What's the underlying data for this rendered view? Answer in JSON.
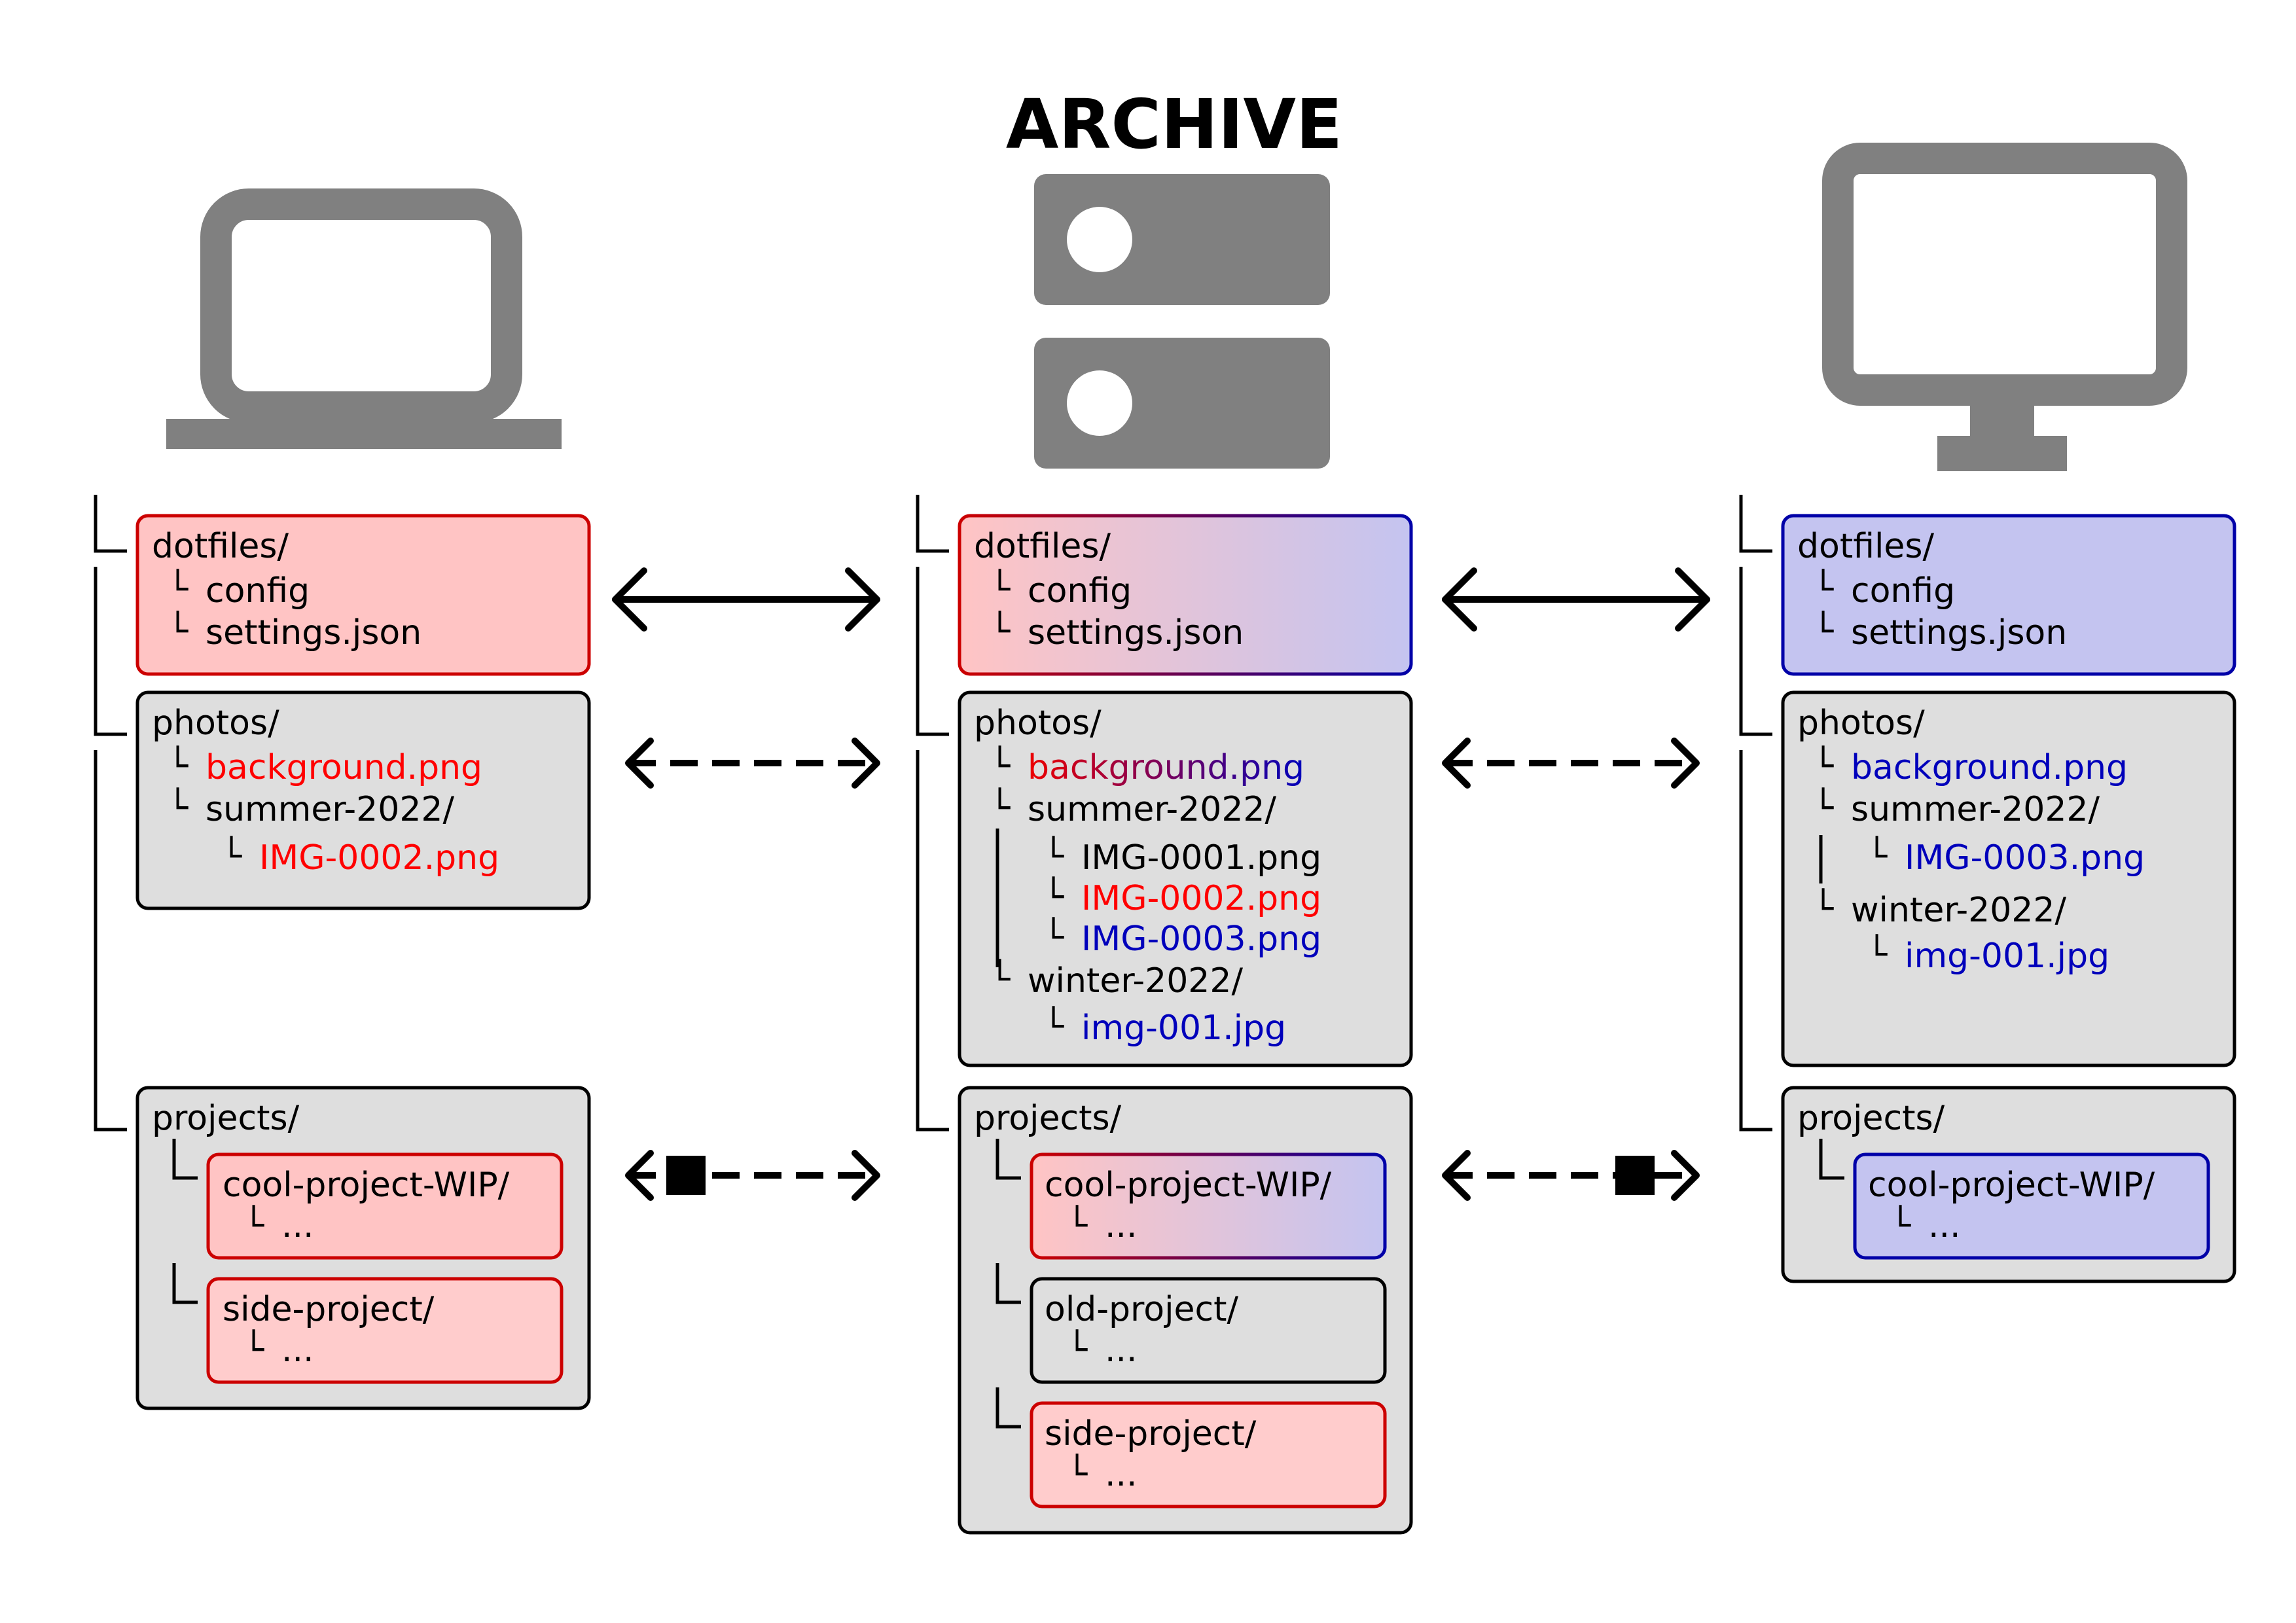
{
  "title": "ARCHIVE",
  "colors": {
    "red_text": "#ff0000",
    "blue_text": "#0000bb",
    "purple_text": "#660099",
    "black_text": "#000000",
    "icon_gray": "#808080",
    "box_gray_fill": "#dedede",
    "box_red_fill": "#ffc4c4",
    "box_red_fill_light": "#ffcccc",
    "box_red_stroke": "#cc0000",
    "box_blue_fill": "#c4c4f0",
    "box_blue_stroke": "#0000a8",
    "box_black_stroke": "#000000"
  },
  "devices": {
    "left": {
      "icon": "laptop-icon"
    },
    "center": {
      "icon": "server-icon"
    },
    "right": {
      "icon": "monitor-icon"
    }
  },
  "left": {
    "dotfiles": {
      "name": "dotfiles/",
      "items": [
        "config",
        "settings.json"
      ]
    },
    "photos": {
      "name": "photos/",
      "background": "background.png",
      "summer": "summer-2022/",
      "summer_files": [
        "IMG-0002.png"
      ]
    },
    "projects": {
      "name": "projects/",
      "sub": [
        {
          "name": "cool-project-WIP/",
          "content": "..."
        },
        {
          "name": "side-project/",
          "content": "..."
        }
      ]
    }
  },
  "center": {
    "dotfiles": {
      "name": "dotfiles/",
      "items": [
        "config",
        "settings.json"
      ]
    },
    "photos": {
      "name": "photos/",
      "background": "background.png",
      "summer": "summer-2022/",
      "summer_files": [
        "IMG-0001.png",
        "IMG-0002.png",
        "IMG-0003.png"
      ],
      "winter": "winter-2022/",
      "winter_files": [
        "img-001.jpg"
      ]
    },
    "projects": {
      "name": "projects/",
      "sub": [
        {
          "name": "cool-project-WIP/",
          "content": "..."
        },
        {
          "name": "old-project/",
          "content": "..."
        },
        {
          "name": "side-project/",
          "content": "..."
        }
      ]
    }
  },
  "right": {
    "dotfiles": {
      "name": "dotfiles/",
      "items": [
        "config",
        "settings.json"
      ]
    },
    "photos": {
      "name": "photos/",
      "background": "background.png",
      "summer": "summer-2022/",
      "summer_files": [
        "IMG-0003.png"
      ],
      "winter": "winter-2022/",
      "winter_files": [
        "img-001.jpg"
      ]
    },
    "projects": {
      "name": "projects/",
      "sub": [
        {
          "name": "cool-project-WIP/",
          "content": "..."
        }
      ]
    }
  },
  "tree_glyph": "└",
  "connectors": [
    {
      "row": "dotfiles",
      "side": "left",
      "style": "solid-bidirectional"
    },
    {
      "row": "dotfiles",
      "side": "right",
      "style": "solid-bidirectional"
    },
    {
      "row": "photos",
      "side": "left",
      "style": "dashed-bidirectional"
    },
    {
      "row": "photos",
      "side": "right",
      "style": "dashed-bidirectional"
    },
    {
      "row": "projects",
      "side": "left",
      "style": "dashed-square-origin-left"
    },
    {
      "row": "projects",
      "side": "right",
      "style": "dashed-square-origin-right"
    }
  ]
}
